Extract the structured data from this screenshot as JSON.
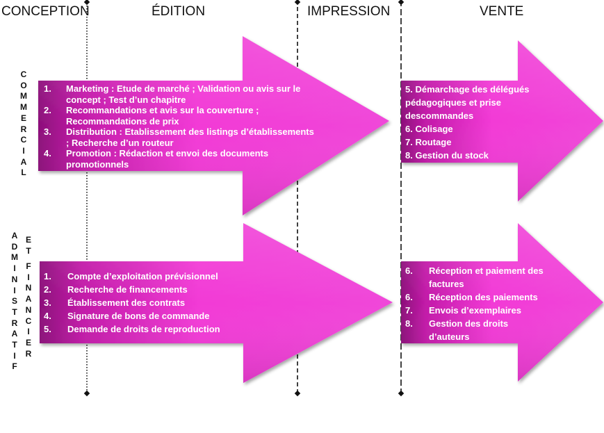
{
  "phases": [
    {
      "id": "conception",
      "label": "CONCEPTION"
    },
    {
      "id": "edition",
      "label": "ÉDITION"
    },
    {
      "id": "impression",
      "label": "IMPRESSION"
    },
    {
      "id": "vente",
      "label": "VENTE"
    }
  ],
  "rows": {
    "commercial": {
      "label_letters": [
        "C",
        "O",
        "M",
        "M",
        "E",
        "R",
        "C",
        "I",
        "A",
        "L"
      ]
    },
    "administratif": {
      "label_letters_1": [
        "A",
        "D",
        "M",
        "I",
        "N",
        "I",
        "S",
        "T",
        "R",
        "A",
        "T",
        "I",
        "F"
      ],
      "label_letters_2": [
        "E",
        "T"
      ],
      "label_letters_3": [
        "F",
        "I",
        "N",
        "A",
        "N",
        "C",
        "I",
        "E",
        "R"
      ]
    }
  },
  "commercial_left": [
    {
      "n": "1.",
      "text": "Marketing : Etude de marché ; Validation ou avis sur le concept ; Test d’un chapitre"
    },
    {
      "n": "2.",
      "text": "Recommandations et avis sur la couverture ; Recommandations de prix"
    },
    {
      "n": "3.",
      "text": "Distribution : Etablissement des listings d’établissements ; Recherche d’un routeur"
    },
    {
      "n": "4.",
      "text": "Promotion : Rédaction et envoi des documents promotionnels"
    }
  ],
  "commercial_right": [
    "5. Démarchage des délégués pédagogiques et prise descommandes",
    "6. Colisage",
    "7. Routage",
    "8. Gestion du stock"
  ],
  "admin_left": [
    {
      "n": "1.",
      "text": "Compte d’exploitation prévisionnel"
    },
    {
      "n": "2.",
      "text": "Recherche de financements"
    },
    {
      "n": "3.",
      "text": "Établissement des contrats"
    },
    {
      "n": "4.",
      "text": "Signature de bons de commande"
    },
    {
      "n": "5.",
      "text": "Demande de droits de reproduction"
    }
  ],
  "admin_right": [
    {
      "n": "6.",
      "text": "Réception et paiement des factures"
    },
    {
      "n": "6.",
      "text": "Réception des paiements"
    },
    {
      "n": "7.",
      "text": "Envois d’exemplaires"
    },
    {
      "n": "8.",
      "text": "Gestion des droits d’auteurs"
    }
  ],
  "colors": {
    "arrow_light": "#f23ad6",
    "arrow_dark": "#8c0f7a",
    "text_on_arrow": "#ffffff",
    "line": "#111111"
  }
}
